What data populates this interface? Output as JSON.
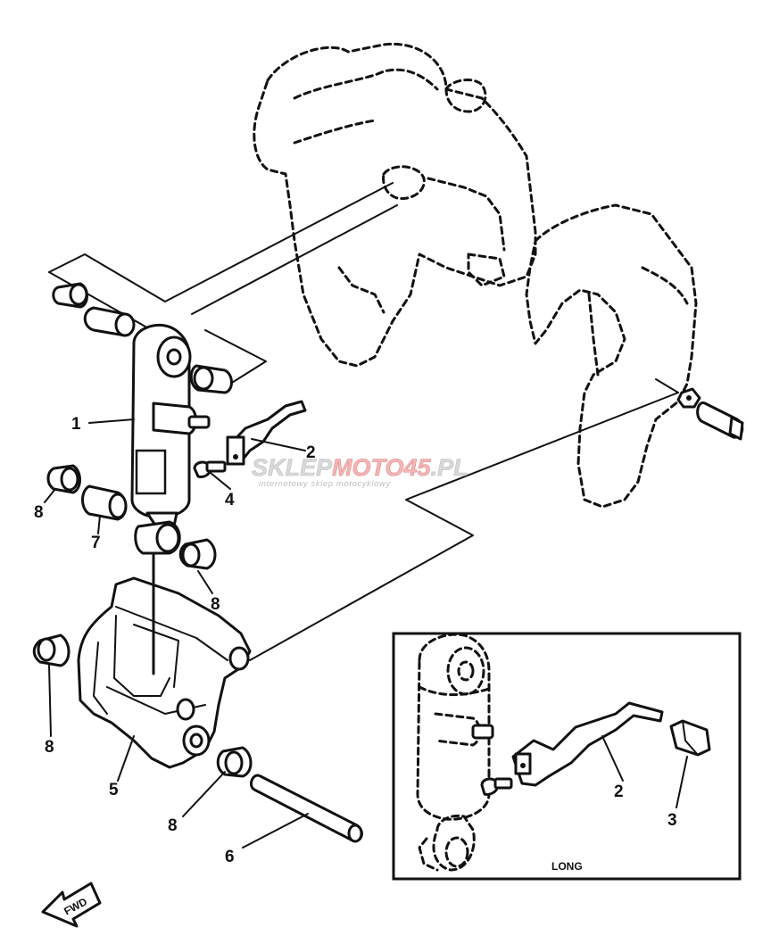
{
  "callouts": {
    "c1": "1",
    "c2": "2",
    "c4": "4",
    "c8a": "8",
    "c7": "7",
    "c8b": "8",
    "c8c": "8",
    "c5": "5",
    "c8d": "8",
    "c6": "6",
    "c2_inset": "2",
    "c3_inset": "3"
  },
  "inset": {
    "label": "LONG"
  },
  "fwd_mark": "FWD",
  "watermark": {
    "brand_prefix": "SKLEP",
    "brand_mid": "MOTO",
    "brand_num": "45",
    "brand_suffix": ".PL",
    "tagline": "internetowy sklep motocyklowy"
  }
}
